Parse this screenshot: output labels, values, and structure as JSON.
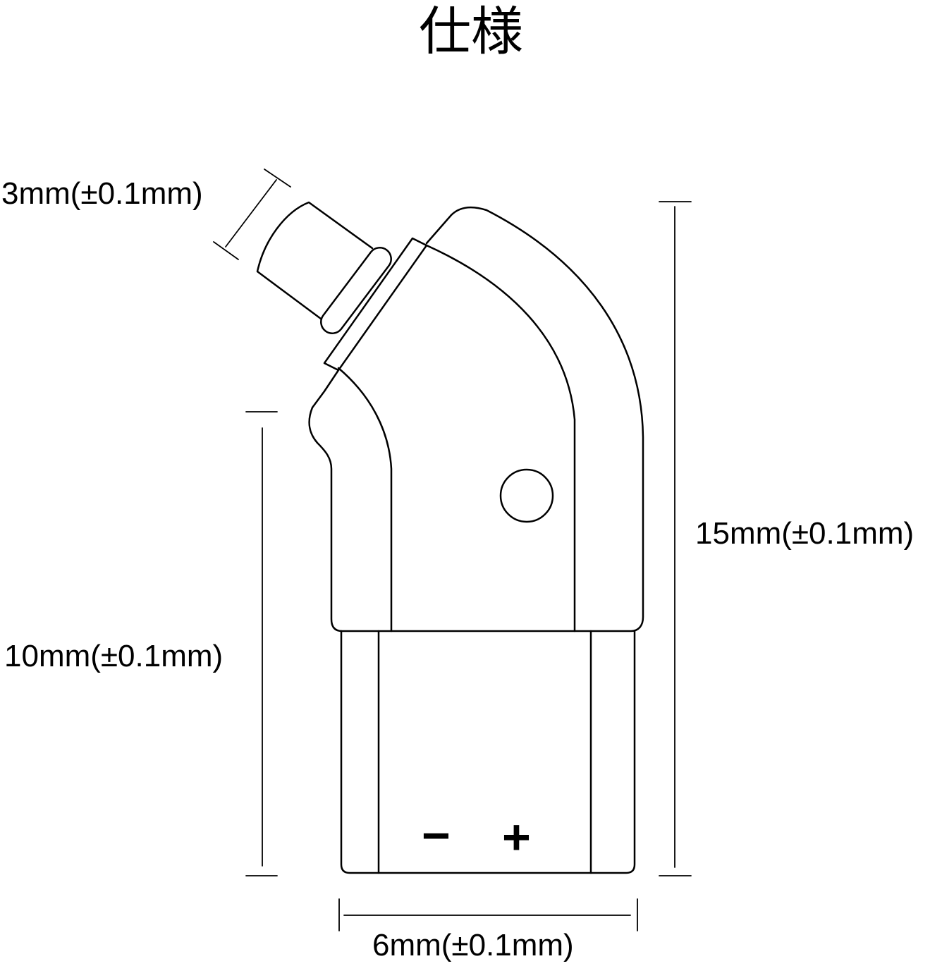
{
  "title": "仕様",
  "dimensions": {
    "plug_diameter": "3mm(±0.1mm)",
    "total_height": "15mm(±0.1mm)",
    "base_height": "10mm(±0.1mm)",
    "width": "6mm(±0.1mm)"
  },
  "polarity": {
    "minus": "−",
    "plus": "+"
  },
  "colors": {
    "stroke": "#000000",
    "background": "#ffffff"
  }
}
